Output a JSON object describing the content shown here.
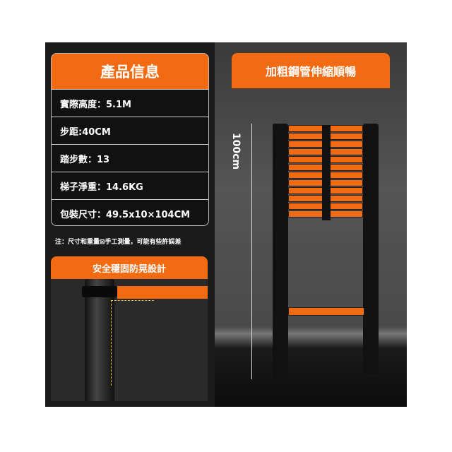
{
  "info": {
    "title": "產品信息",
    "rows": [
      "實際高度：5.1M",
      "步距:40CM",
      "踏步數：13",
      "梯子淨重：14.6KG",
      "包裝尺寸：49.5x10×104CM"
    ],
    "note": "注：尺寸和重量⊠手工測量，可能有些許誤差"
  },
  "feature": {
    "title": "安全穩固防晃設計"
  },
  "banner": {
    "title": "加粗鋼管伸縮順暢"
  },
  "measure": {
    "label": "100cm"
  },
  "colors": {
    "accent": "#f26a12"
  }
}
